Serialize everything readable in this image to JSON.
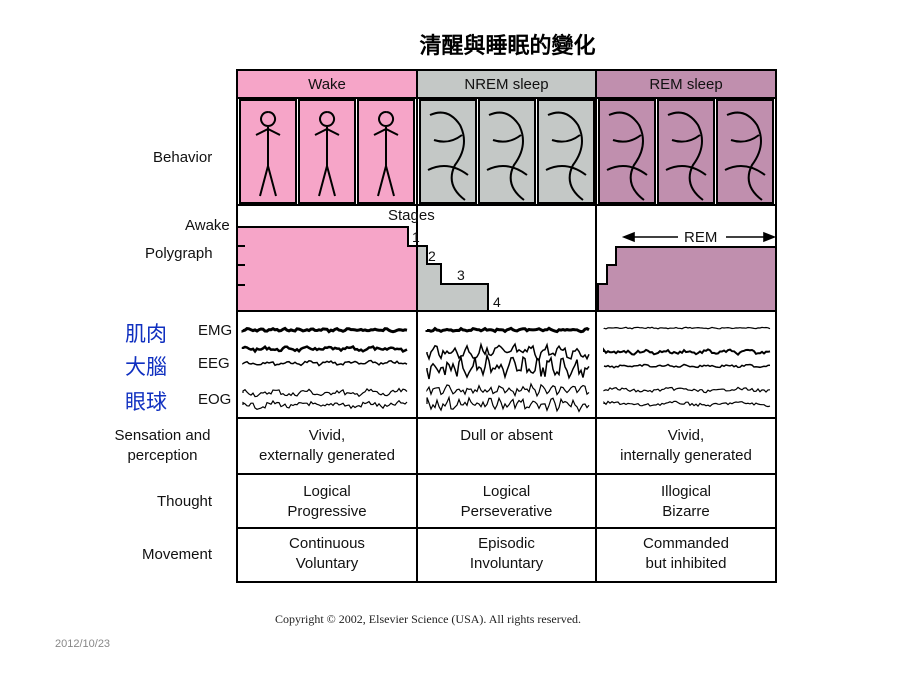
{
  "title": "清醒與睡眠的變化",
  "columns": [
    "Wake",
    "NREM sleep",
    "REM sleep"
  ],
  "row_labels": {
    "behavior": "Behavior",
    "awake": "Awake",
    "polygraph": "Polygraph",
    "emg": "EMG",
    "eeg": "EEG",
    "eog": "EOG",
    "sensation": "Sensation and perception",
    "thought": "Thought",
    "movement": "Movement"
  },
  "chinese_labels": {
    "emg": "肌肉",
    "eeg": "大腦",
    "eog": "眼球"
  },
  "polygraph": {
    "stages_label": "Stages",
    "stages": [
      "1",
      "2",
      "3",
      "4"
    ],
    "rem_label": "REM"
  },
  "sensation": [
    [
      "Vivid,",
      "externally generated"
    ],
    [
      "Dull or absent",
      ""
    ],
    [
      "Vivid,",
      "internally generated"
    ]
  ],
  "thought": [
    [
      "Logical",
      "Progressive"
    ],
    [
      "Logical",
      "Perseverative"
    ],
    [
      "Illogical",
      "Bizarre"
    ]
  ],
  "movement": [
    [
      "Continuous",
      "Voluntary"
    ],
    [
      "Episodic",
      "Involuntary"
    ],
    [
      "Commanded",
      "but inhibited"
    ]
  ],
  "colors": {
    "wake": "#f6a5c8",
    "nrem": "#c4c8c6",
    "rem": "#c08fae",
    "chinese": "#1030c0"
  },
  "copyright": "Copyright © 2002, Elsevier Science (USA). All rights reserved.",
  "date": "2012/10/23"
}
